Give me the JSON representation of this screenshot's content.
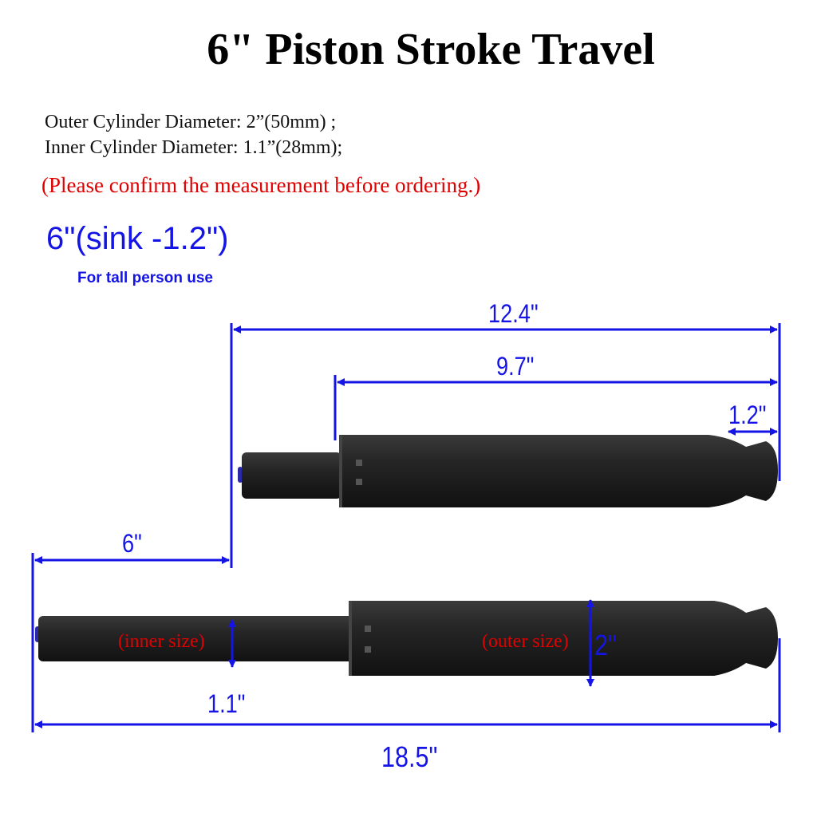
{
  "header": {
    "title": "6\" Piston Stroke Travel"
  },
  "specs": {
    "outer": "Outer Cylinder Diameter: 2”(50mm) ;",
    "inner": "Inner Cylinder Diameter: 1.1”(28mm);",
    "warning": "(Please confirm the measurement before ordering.)"
  },
  "variant": {
    "label": "6\"(sink -1.2\")",
    "note": "For tall person use"
  },
  "dimensions": {
    "compressed_length": "12.4\"",
    "body_length": "9.7\"",
    "sink": "1.2\"",
    "stroke": "6\"",
    "inner_diameter": "1.1\"",
    "outer_diameter": "2\"",
    "extended_length": "18.5\""
  },
  "labels": {
    "inner_size": "(inner size)",
    "outer_size": "(outer size)"
  },
  "colors": {
    "dimension_blue": "#1414e6",
    "warning_red": "#e00000",
    "cylinder_black": "#1c1c1c"
  }
}
